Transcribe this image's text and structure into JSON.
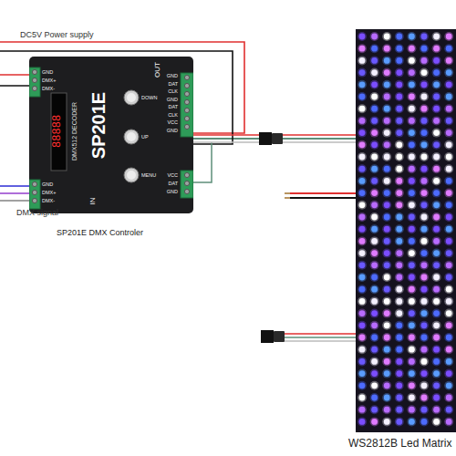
{
  "diagram": {
    "nodes": [
      {
        "text": [
          "SP201E",
          "DMX512 DECODER",
          "88888",
          "IN",
          "OUT",
          "SP201E DMX Controler"
        ]
      },
      {
        "text": [
          "WS2812B Led Matrix"
        ]
      }
    ],
    "edges": [
      {
        "from": 0,
        "to": 1,
        "arrow": "none"
      }
    ],
    "labels": [
      "DC5V Power supply",
      "DMX signal",
      "GND",
      "DMX+",
      "DMX-",
      "GND",
      "DMX+",
      "DMX-",
      "GND",
      "DAT",
      "CLK",
      "GND",
      "DAT",
      "CLK",
      "VCC",
      "GND",
      "VCC",
      "DAT",
      "GND",
      "DOWN",
      "UP",
      "MENU"
    ]
  }
}
